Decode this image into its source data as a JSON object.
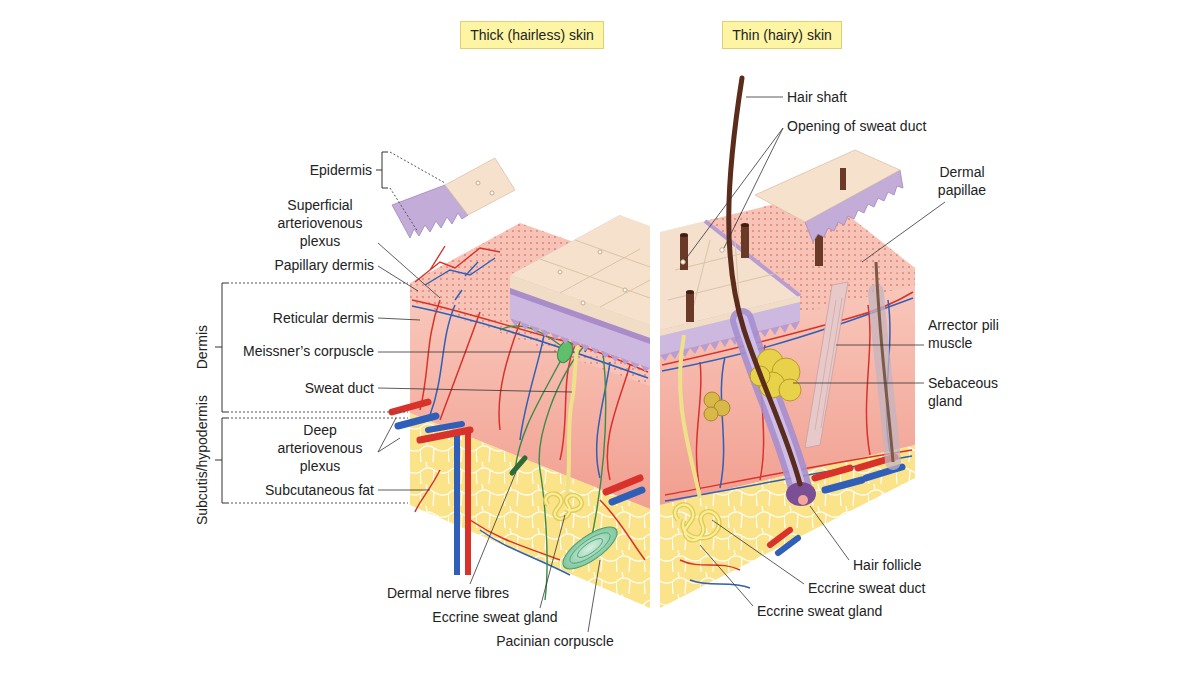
{
  "diagram": {
    "nodes": [
      {
        "text": [
          "Thick (hairless) skin"
        ]
      },
      {
        "text": [
          "Thin (hairy) skin"
        ]
      }
    ],
    "labels": [
      "Epidermis",
      "Superficial arteriovenous plexus",
      "Papillary dermis",
      "Reticular dermis",
      "Meissner’s corpuscle",
      "Sweat duct",
      "Deep arteriovenous plexus",
      "Subcutaneous fat",
      "Dermis",
      "Subcutis/hypodermis",
      "Dermal nerve fibres",
      "Eccrine sweat gland",
      "Pacinian corpuscle",
      "Hair shaft",
      "Opening of sweat duct",
      "Dermal papillae",
      "Arrector pili muscle",
      "Sebaceous gland",
      "Hair follicle",
      "Eccrine sweat duct",
      "Eccrine sweat gland"
    ]
  }
}
